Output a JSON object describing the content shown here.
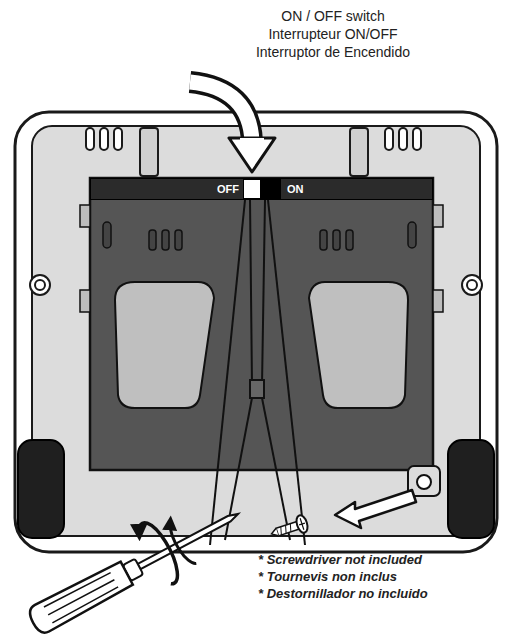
{
  "diagram": {
    "nodes": [
      {
        "text": [
          "OFF",
          "ON"
        ]
      }
    ],
    "labels": [
      "ON / OFF switch",
      "Interrupteur ON/OFF",
      "Interruptor de Encendido",
      "* Screwdriver not included",
      "* Tournevis non inclus",
      "* Destornillador no incluido"
    ]
  }
}
